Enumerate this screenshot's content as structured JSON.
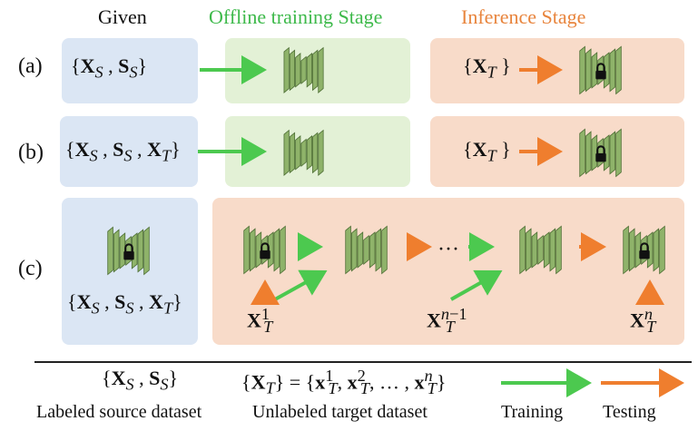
{
  "headers": {
    "given": "Given",
    "offline": "Offline training Stage",
    "inference": "Inference Stage"
  },
  "rows": {
    "a": {
      "label": "(a)",
      "given": "{X_S , S_S}",
      "inference_input": "{X_T }"
    },
    "b": {
      "label": "(b)",
      "given": "{X_S , S_S , X_T}",
      "inference_input": "{X_T }"
    },
    "c": {
      "label": "(c)",
      "given": "{X_S , S_S , X_T}",
      "targets": [
        "X_T^1",
        "X_T^{n-1}",
        "X_T^n"
      ],
      "ellipsis": "···"
    }
  },
  "legend": {
    "labeled": {
      "formula": "{X_S , S_S}",
      "caption": "Labeled source dataset"
    },
    "unlabeled": {
      "formula": "{X_T} = {x_T^1, x_T^2, ..., x_T^n}",
      "caption": "Unlabeled target dataset"
    },
    "training": {
      "caption": "Training",
      "color": "#4cc94f"
    },
    "testing": {
      "caption": "Testing",
      "color": "#ef7e2e"
    }
  },
  "colors": {
    "given_bg": "#dbe6f4",
    "offline_bg": "#e3f1d6",
    "inference_bg": "#f8dbc9",
    "network": "#8fb36a"
  },
  "icons": [
    "network-icon",
    "lock-icon",
    "arrow-right-icon"
  ]
}
